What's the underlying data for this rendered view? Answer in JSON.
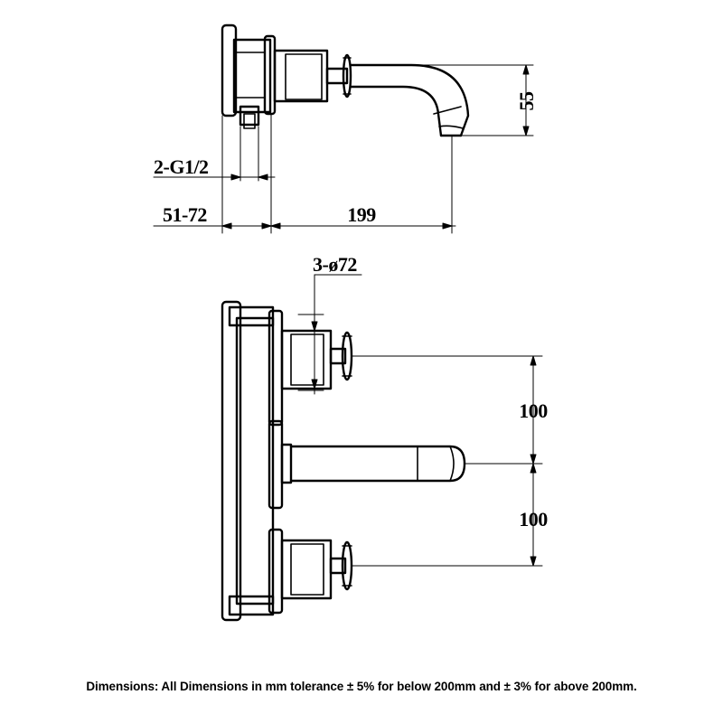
{
  "dimensions": {
    "thread": "2-G1/2",
    "wall_depth": "51-72",
    "spout_length": "199",
    "spout_height": "55",
    "handle_diameter": "3-ø72",
    "spacing_upper": "100",
    "spacing_lower": "100"
  },
  "footnote": "Dimensions: All Dimensions in mm tolerance ± 5% for below 200mm and ± 3% for above 200mm."
}
